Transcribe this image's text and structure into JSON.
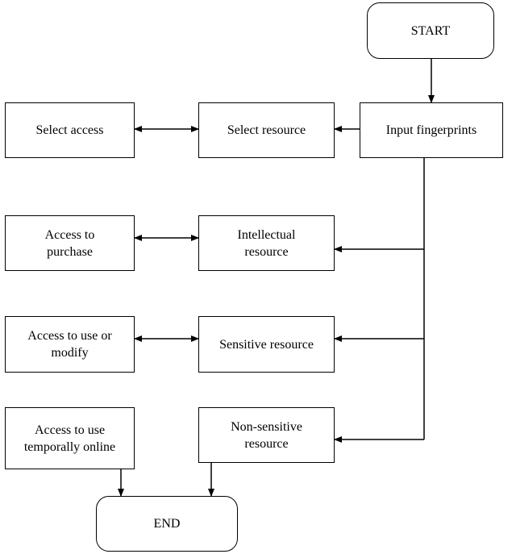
{
  "diagram": {
    "nodes": {
      "start": "START",
      "input_fingerprints": "Input fingerprints",
      "select_resource": "Select resource",
      "select_access": "Select access",
      "intellectual_resource": "Intellectual\nresource",
      "access_to_purchase": "Access to\npurchase",
      "sensitive_resource": "Sensitive resource",
      "access_to_use_or_modify": "Access to use or\nmodify",
      "non_sensitive_resource": "Non-sensitive\nresource",
      "access_to_use_temporally_online": "Access to use\ntemporally online",
      "end": "END"
    },
    "edges": [
      {
        "from": "start",
        "to": "input_fingerprints"
      },
      {
        "from": "input_fingerprints",
        "to": "select_resource"
      },
      {
        "from": "select_resource",
        "to": "select_access",
        "bidirectional": true
      },
      {
        "from": "input_fingerprints",
        "to": "intellectual_resource"
      },
      {
        "from": "input_fingerprints",
        "to": "sensitive_resource"
      },
      {
        "from": "input_fingerprints",
        "to": "non_sensitive_resource"
      },
      {
        "from": "intellectual_resource",
        "to": "access_to_purchase",
        "bidirectional": true
      },
      {
        "from": "sensitive_resource",
        "to": "access_to_use_or_modify",
        "bidirectional": true
      },
      {
        "from": "access_to_use_temporally_online",
        "to": "end"
      },
      {
        "from": "non_sensitive_resource",
        "to": "end"
      }
    ]
  }
}
